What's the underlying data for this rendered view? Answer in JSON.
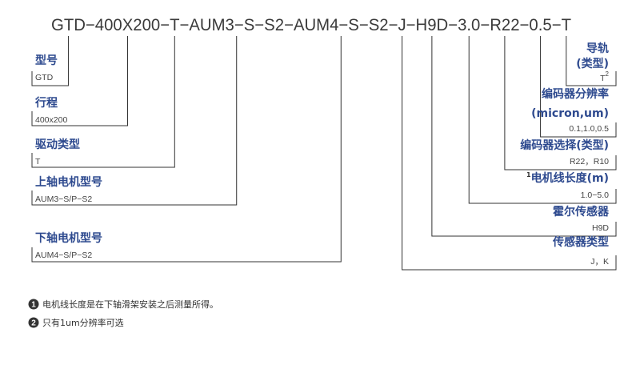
{
  "model_code": [
    {
      "id": "gtd",
      "text": "GTD"
    },
    {
      "id": "d1",
      "text": "−"
    },
    {
      "id": "size",
      "text": "400X200"
    },
    {
      "id": "d2",
      "text": "−"
    },
    {
      "id": "drive",
      "text": "T"
    },
    {
      "id": "d3",
      "text": "−"
    },
    {
      "id": "upper",
      "text": "AUM3−S−S2"
    },
    {
      "id": "d4",
      "text": "−"
    },
    {
      "id": "lower",
      "text": "AUM4−S−S2"
    },
    {
      "id": "d5",
      "text": "−"
    },
    {
      "id": "sensor",
      "text": "J"
    },
    {
      "id": "d6",
      "text": "−"
    },
    {
      "id": "hall",
      "text": "H9D"
    },
    {
      "id": "d7",
      "text": "−"
    },
    {
      "id": "cable",
      "text": "3.0"
    },
    {
      "id": "d8",
      "text": "−"
    },
    {
      "id": "encsel",
      "text": "R22"
    },
    {
      "id": "d9",
      "text": "−"
    },
    {
      "id": "encres",
      "text": "0.5"
    },
    {
      "id": "d10",
      "text": "−"
    },
    {
      "id": "guide",
      "text": "T"
    }
  ],
  "left_labels": [
    {
      "id": "gtd",
      "title": "型号",
      "value": "GTD"
    },
    {
      "id": "size",
      "title": "行程",
      "value": "400x200"
    },
    {
      "id": "drive",
      "title": "驱动类型",
      "value": "T"
    },
    {
      "id": "upper",
      "title": "上轴电机型号",
      "value": "AUM3−S/P−S2"
    },
    {
      "id": "lower",
      "title": "下轴电机型号",
      "value": "AUM4−S/P−S2"
    }
  ],
  "right_labels": [
    {
      "id": "guide",
      "title_lines": [
        "导轨",
        "(类型)"
      ],
      "value": "T",
      "value_sup": "2"
    },
    {
      "id": "encres",
      "title_lines": [
        "编码器分辨率",
        "(micron,um)"
      ],
      "value": "0.1,1.0,0.5"
    },
    {
      "id": "encsel",
      "title_lines": [
        "编码器选择(类型)"
      ],
      "value": "R22，R10"
    },
    {
      "id": "cable",
      "title_lines": [
        "电机线长度(m)"
      ],
      "title_sup": "1",
      "value": "1.0−5.0"
    },
    {
      "id": "hall",
      "title_lines": [
        "霍尔传感器"
      ],
      "value": "H9D"
    },
    {
      "id": "sensor",
      "title_lines": [
        "传感器类型"
      ],
      "value": "J，K"
    }
  ],
  "notes": [
    {
      "badge": "1",
      "text": "电机线长度是在下轴滑架安装之后测量所得。"
    },
    {
      "badge": "2",
      "text": "只有1um分辨率可选"
    }
  ],
  "colors": {
    "title": "#2e4a8f",
    "line": "#333333",
    "badge": "#333333"
  }
}
